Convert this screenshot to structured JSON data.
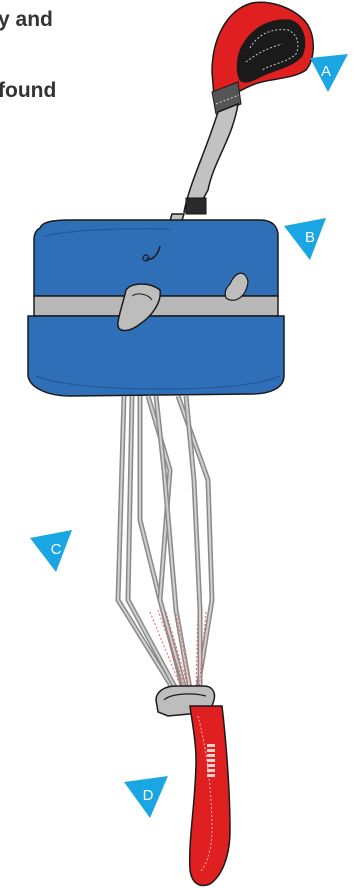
{
  "intro": {
    "line1": "y and",
    "line2": "found"
  },
  "markers": {
    "a": "A",
    "b": "B",
    "c": "C",
    "d": "D"
  },
  "colors": {
    "pod_blue": "#2f6fb8",
    "pod_dark": "#1f5495",
    "band_grey": "#b8b8b8",
    "riser_red": "#e02020",
    "marker_blue": "#1aa6e2",
    "line_grey": "#8a8a8a",
    "stitch_red": "#ff5a5a"
  }
}
